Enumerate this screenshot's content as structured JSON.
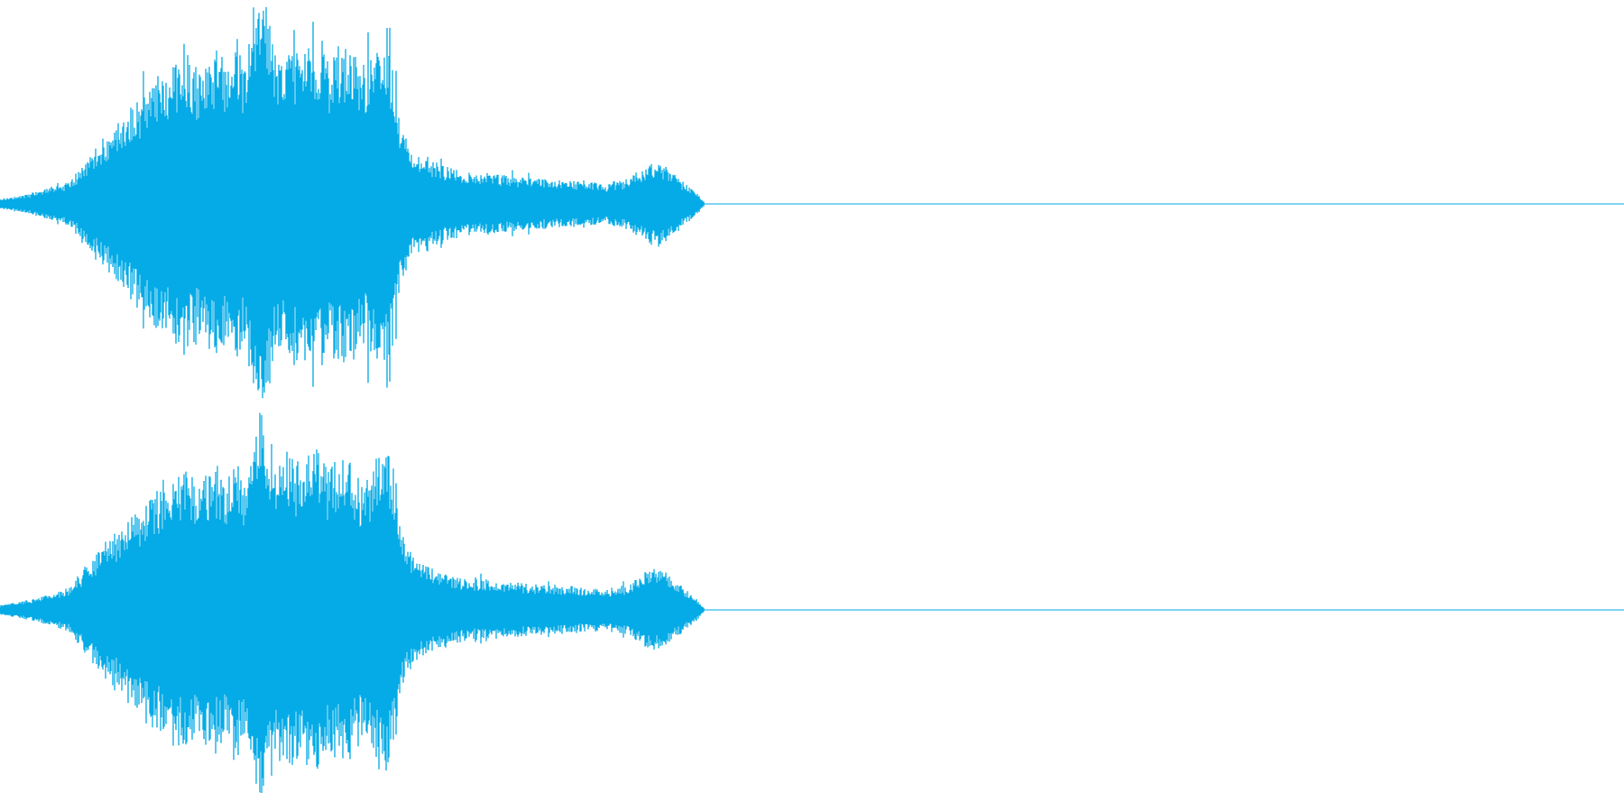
{
  "waveform": {
    "color": "#04ABE6",
    "channels": [
      {
        "id": "left",
        "envelope": [
          [
            0.0,
            0.02
          ],
          [
            0.05,
            0.05
          ],
          [
            0.1,
            0.1
          ],
          [
            0.15,
            0.3
          ],
          [
            0.18,
            0.4
          ],
          [
            0.2,
            0.48
          ],
          [
            0.22,
            0.55
          ],
          [
            0.24,
            0.6
          ],
          [
            0.26,
            0.64
          ],
          [
            0.28,
            0.58
          ],
          [
            0.3,
            0.68
          ],
          [
            0.32,
            0.62
          ],
          [
            0.335,
            0.8
          ],
          [
            0.345,
            0.62
          ],
          [
            0.36,
            0.78
          ],
          [
            0.37,
            0.98
          ],
          [
            0.38,
            0.9
          ],
          [
            0.39,
            0.65
          ],
          [
            0.41,
            0.7
          ],
          [
            0.43,
            0.68
          ],
          [
            0.45,
            0.75
          ],
          [
            0.47,
            0.65
          ],
          [
            0.49,
            0.72
          ],
          [
            0.51,
            0.62
          ],
          [
            0.53,
            0.66
          ],
          [
            0.55,
            0.7
          ],
          [
            0.56,
            0.6
          ],
          [
            0.57,
            0.35
          ],
          [
            0.59,
            0.22
          ],
          [
            0.62,
            0.18
          ],
          [
            0.66,
            0.14
          ],
          [
            0.7,
            0.13
          ],
          [
            0.74,
            0.12
          ],
          [
            0.78,
            0.11
          ],
          [
            0.82,
            0.1
          ],
          [
            0.86,
            0.09
          ],
          [
            0.89,
            0.11
          ],
          [
            0.915,
            0.16
          ],
          [
            0.935,
            0.19
          ],
          [
            0.95,
            0.16
          ],
          [
            0.97,
            0.1
          ],
          [
            0.99,
            0.05
          ],
          [
            1.0,
            0.01
          ]
        ]
      },
      {
        "id": "right",
        "envelope": [
          [
            0.0,
            0.02
          ],
          [
            0.05,
            0.05
          ],
          [
            0.1,
            0.1
          ],
          [
            0.15,
            0.3
          ],
          [
            0.18,
            0.4
          ],
          [
            0.2,
            0.46
          ],
          [
            0.22,
            0.52
          ],
          [
            0.24,
            0.58
          ],
          [
            0.26,
            0.62
          ],
          [
            0.28,
            0.56
          ],
          [
            0.3,
            0.64
          ],
          [
            0.32,
            0.6
          ],
          [
            0.335,
            0.72
          ],
          [
            0.345,
            0.58
          ],
          [
            0.36,
            0.74
          ],
          [
            0.37,
            0.98
          ],
          [
            0.38,
            0.86
          ],
          [
            0.39,
            0.66
          ],
          [
            0.41,
            0.7
          ],
          [
            0.43,
            0.68
          ],
          [
            0.45,
            0.72
          ],
          [
            0.47,
            0.64
          ],
          [
            0.49,
            0.7
          ],
          [
            0.51,
            0.6
          ],
          [
            0.53,
            0.66
          ],
          [
            0.55,
            0.74
          ],
          [
            0.56,
            0.62
          ],
          [
            0.57,
            0.36
          ],
          [
            0.59,
            0.22
          ],
          [
            0.62,
            0.18
          ],
          [
            0.66,
            0.14
          ],
          [
            0.7,
            0.13
          ],
          [
            0.74,
            0.12
          ],
          [
            0.78,
            0.11
          ],
          [
            0.82,
            0.1
          ],
          [
            0.86,
            0.09
          ],
          [
            0.89,
            0.11
          ],
          [
            0.915,
            0.17
          ],
          [
            0.935,
            0.18
          ],
          [
            0.95,
            0.15
          ],
          [
            0.97,
            0.1
          ],
          [
            0.99,
            0.05
          ],
          [
            1.0,
            0.01
          ]
        ]
      }
    ]
  }
}
